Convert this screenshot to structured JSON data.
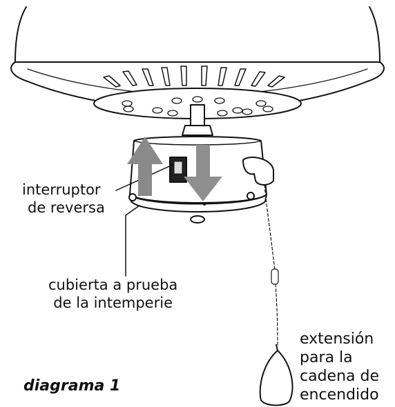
{
  "labels": {
    "reverse_switch": {
      "line1": "interruptor",
      "line2": "de reversa"
    },
    "weather_cover": {
      "line1": "cubierta a prueba",
      "line2": "de la intemperie"
    },
    "pull_chain": {
      "line1": "extensión",
      "line2": "para la",
      "line3": "cadena de",
      "line4": "encendido"
    }
  },
  "caption": "diagrama 1",
  "colors": {
    "line": "#111111",
    "arrow_up": "#8a8a8a",
    "arrow_down": "#8f8f8f",
    "switch": "#222222",
    "background": "#ffffff"
  }
}
